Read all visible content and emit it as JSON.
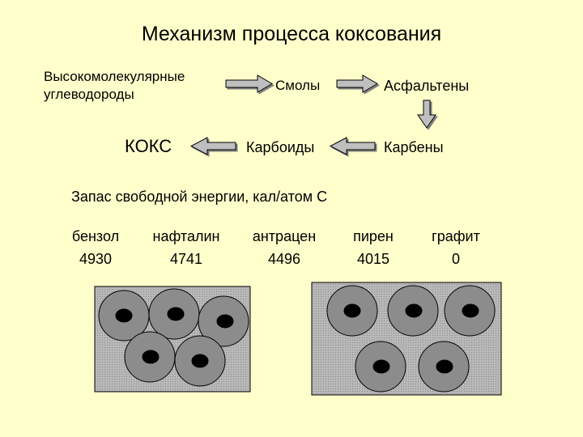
{
  "title": "Механизм процесса коксования",
  "nodes": {
    "hydrocarbons_line1": "Высокомолекулярные",
    "hydrocarbons_line2": "углеводороды",
    "smoly": "Смолы",
    "asphaltenes": "Асфальтены",
    "karbeny": "Карбены",
    "karboidy": "Карбоиды",
    "koks": "КОКС"
  },
  "energy": {
    "heading": "Запас свободной энергии, кал/атом С",
    "columns": [
      {
        "name": "бензол",
        "value": "4930"
      },
      {
        "name": "нафталин",
        "value": "4741"
      },
      {
        "name": "антрацен",
        "value": "4496"
      },
      {
        "name": "пирен",
        "value": "4015"
      },
      {
        "name": "графит",
        "value": "0"
      }
    ]
  },
  "colors": {
    "background": "#ffffcc",
    "arrow_fill": "#bfbfbf",
    "panel_fill": "#b3b3b3",
    "particle_outer": "#8c8c8c",
    "particle_core": "#000000"
  }
}
